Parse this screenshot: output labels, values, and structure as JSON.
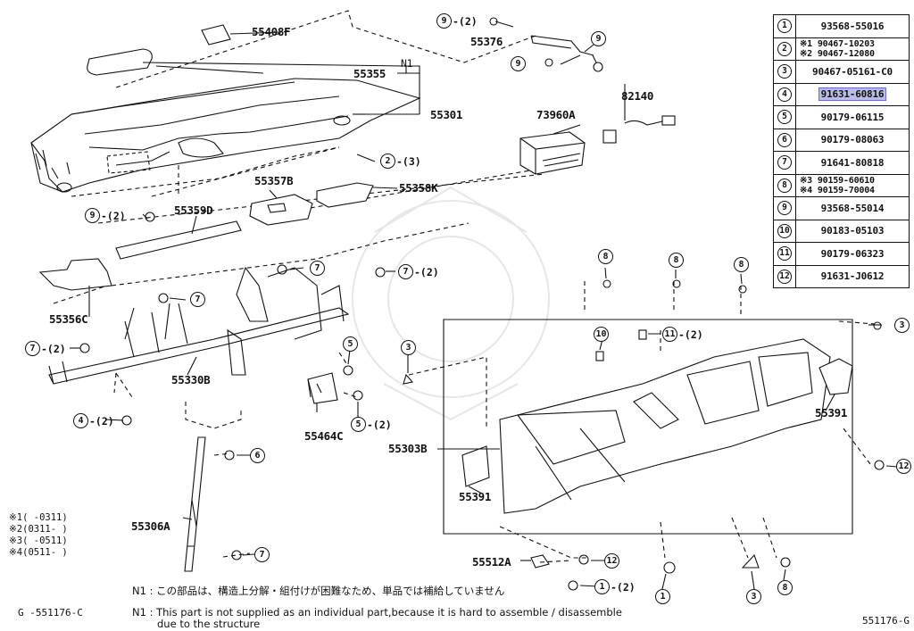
{
  "parts_table": [
    {
      "ref": "1",
      "parts": [
        "93568-55016"
      ]
    },
    {
      "ref": "2",
      "parts": [
        "※1 90467-10203",
        "※2 90467-12080"
      ]
    },
    {
      "ref": "3",
      "parts": [
        "90467-05161-C0"
      ]
    },
    {
      "ref": "4",
      "parts": [
        "91631-60816"
      ],
      "highlighted": true
    },
    {
      "ref": "5",
      "parts": [
        "90179-06115"
      ]
    },
    {
      "ref": "6",
      "parts": [
        "90179-08063"
      ]
    },
    {
      "ref": "7",
      "parts": [
        "91641-80818"
      ]
    },
    {
      "ref": "8",
      "parts": [
        "※3 90159-60610",
        "※4 90159-70004"
      ]
    },
    {
      "ref": "9",
      "parts": [
        "93568-55014"
      ]
    },
    {
      "ref": "10",
      "parts": [
        "90183-05103"
      ]
    },
    {
      "ref": "11",
      "parts": [
        "90179-06323"
      ]
    },
    {
      "ref": "12",
      "parts": [
        "91631-J0612"
      ]
    }
  ],
  "labels": {
    "p55408F": "55408F",
    "p55355": "55355",
    "p55301": "55301",
    "n1": "N1",
    "p55376": "55376",
    "p82140": "82140",
    "p73960A": "73960A",
    "p55357B": "55357B",
    "p55358K": "55358K",
    "p55359D": "55359D",
    "p55356C": "55356C",
    "p55330B": "55330B",
    "p55464C": "55464C",
    "p55303B": "55303B",
    "p55391a": "55391",
    "p55391b": "55391",
    "p55306A": "55306A",
    "p55512A": "55512A"
  },
  "callouts": {
    "c9a": "9",
    "q9a": "-(2)",
    "c9b": "9",
    "c9c": "9",
    "c2": "2",
    "q2": "-(3)",
    "c9d": "9",
    "q9d": "-(2)",
    "c7a": "7",
    "c7b": "7",
    "q7b": "-(2)",
    "c7c": "7",
    "c7d": "7",
    "q7d": "-(2)",
    "c4": "4",
    "q4": "-(2)",
    "c5a": "5",
    "c5b": "5",
    "q5b": "-(2)",
    "c3a": "3",
    "c6": "6",
    "c7e": "7",
    "c8a": "8",
    "c8b": "8",
    "c8c": "8",
    "c10": "10",
    "c11": "11",
    "q11": "-(2)",
    "c3b": "3",
    "c12a": "12",
    "c12b": "12",
    "c1a": "1",
    "q1a": "-(2)",
    "c1b": "1",
    "c3c": "3",
    "c8d": "8"
  },
  "date_notes": [
    "※1(    -0311)",
    "※2(0311-     )",
    "※3(    -0511)",
    "※4(0511-     )"
  ],
  "footnote_jp": "N1 : この部品は、構造上分解・組付けが困難なため、単品では補給していません",
  "footnote_en_1": "N1 : This part is not supplied as an individual part,because it is hard to assemble / disassemble",
  "footnote_en_2": "due to the structure",
  "footer_left": "G -551176-C",
  "footer_right": "551176-G"
}
